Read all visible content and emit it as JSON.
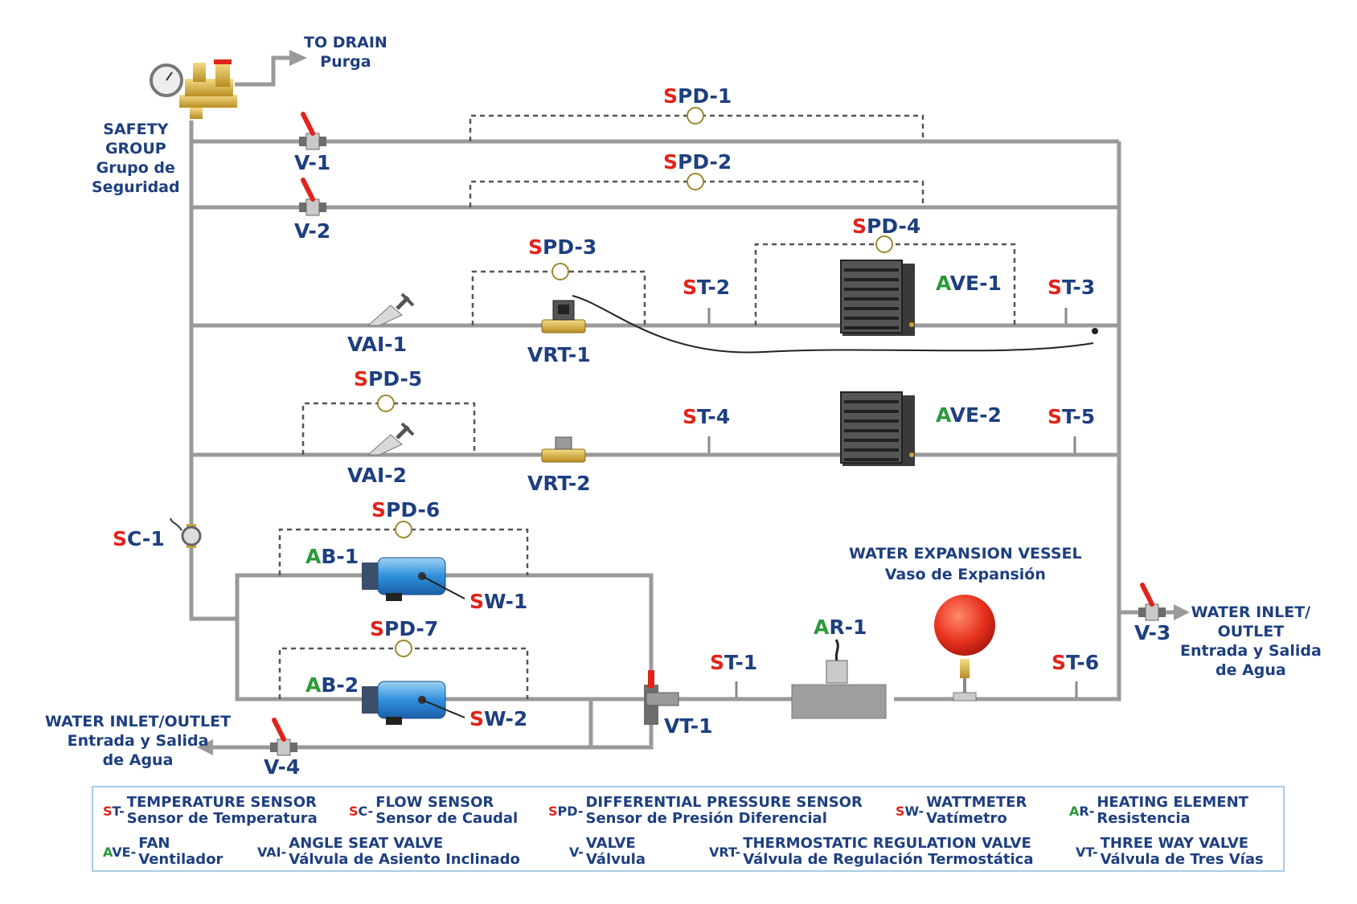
{
  "colors": {
    "pipe": "#9a9a9a",
    "label_blue": "#1e3f80",
    "sensor_red": "#e2231a",
    "actuator_green": "#2b9a3a",
    "legend_border": "#a9cde9",
    "vessel_red": "#e8321e"
  },
  "notes": {
    "drain_en": "TO DRAIN",
    "drain_es": "Purga",
    "safety_1": "SAFETY",
    "safety_2": "GROUP",
    "safety_3": "Grupo de",
    "safety_4": "Seguridad",
    "vessel_en": "WATER EXPANSION VESSEL",
    "vessel_es": "Vaso de Expansión",
    "inlet_right_1": "WATER INLET/",
    "inlet_right_2": "OUTLET",
    "inlet_right_3": "Entrada y Salida",
    "inlet_right_4": "de Agua",
    "inlet_left_1": "WATER INLET/OUTLET",
    "inlet_left_2": "Entrada y Salida",
    "inlet_left_3": "de Agua"
  },
  "tags": {
    "v1": {
      "pre": "",
      "rest": "V-1"
    },
    "v2": {
      "pre": "",
      "rest": "V-2"
    },
    "v3": {
      "pre": "",
      "rest": "V-3"
    },
    "v4": {
      "pre": "",
      "rest": "V-4"
    },
    "spd1": {
      "pre": "S",
      "rest": "PD-1"
    },
    "spd2": {
      "pre": "S",
      "rest": "PD-2"
    },
    "spd3": {
      "pre": "S",
      "rest": "PD-3"
    },
    "spd4": {
      "pre": "S",
      "rest": "PD-4"
    },
    "spd5": {
      "pre": "S",
      "rest": "PD-5"
    },
    "spd6": {
      "pre": "S",
      "rest": "PD-6"
    },
    "spd7": {
      "pre": "S",
      "rest": "PD-7"
    },
    "st1": {
      "pre": "S",
      "rest": "T-1"
    },
    "st2": {
      "pre": "S",
      "rest": "T-2"
    },
    "st3": {
      "pre": "S",
      "rest": "T-3"
    },
    "st4": {
      "pre": "S",
      "rest": "T-4"
    },
    "st5": {
      "pre": "S",
      "rest": "T-5"
    },
    "st6": {
      "pre": "S",
      "rest": "T-6"
    },
    "sc1": {
      "pre": "S",
      "rest": "C-1"
    },
    "sw1": {
      "pre": "S",
      "rest": "W-1"
    },
    "sw2": {
      "pre": "S",
      "rest": "W-2"
    },
    "ave1": {
      "pre": "A",
      "rest": "VE-1"
    },
    "ave2": {
      "pre": "A",
      "rest": "VE-2"
    },
    "ab1": {
      "pre": "A",
      "rest": "B-1"
    },
    "ab2": {
      "pre": "A",
      "rest": "B-2"
    },
    "ar1": {
      "pre": "A",
      "rest": "R-1"
    },
    "vai1": {
      "pre": "",
      "rest": "VAI-1"
    },
    "vai2": {
      "pre": "",
      "rest": "VAI-2"
    },
    "vrt1": {
      "pre": "",
      "rest": "VRT-1"
    },
    "vrt2": {
      "pre": "",
      "rest": "VRT-2"
    },
    "vt1": {
      "pre": "",
      "rest": "VT-1"
    }
  },
  "legend": {
    "st": {
      "pre": "S",
      "key": "T-",
      "en": "TEMPERATURE SENSOR",
      "es": "Sensor de Temperatura"
    },
    "sc": {
      "pre": "S",
      "key": "C-",
      "en": "FLOW SENSOR",
      "es": "Sensor de Caudal"
    },
    "spd": {
      "pre": "S",
      "key": "PD-",
      "en": "DIFFERENTIAL PRESSURE SENSOR",
      "es": "Sensor de Presión Diferencial"
    },
    "sw": {
      "pre": "S",
      "key": "W-",
      "en": "WATTMETER",
      "es": "Vatímetro"
    },
    "ar": {
      "pre": "A",
      "key": "R-",
      "en": "HEATING ELEMENT",
      "es": "Resistencia"
    },
    "ave": {
      "pre": "A",
      "key": "VE-",
      "en": "FAN",
      "es": "Ventilador"
    },
    "vai": {
      "pre": "",
      "key": "VAI-",
      "en": "ANGLE SEAT VALVE",
      "es": "Válvula de Asiento Inclinado"
    },
    "v": {
      "pre": "",
      "key": "V-",
      "en": "VALVE",
      "es": "Válvula"
    },
    "vrt": {
      "pre": "",
      "key": "VRT-",
      "en": "THERMOSTATIC REGULATION VALVE",
      "es": "Válvula de Regulación Termostática"
    },
    "vt": {
      "pre": "",
      "key": "VT-",
      "en": "THREE WAY VALVE",
      "es": "Válvula de Tres Vías"
    }
  }
}
